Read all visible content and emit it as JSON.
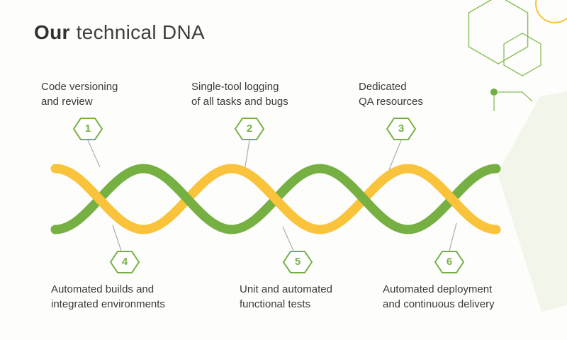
{
  "title": {
    "emphasis": "Our",
    "rest": "technical DNA"
  },
  "colors": {
    "green": "#76b043",
    "yellow": "#f9c33b",
    "light_hexagon_fill": "#f1f5ea",
    "text": "#3a3a3a",
    "connector_line": "#a9aeae"
  },
  "diagram": {
    "kind": "dna-double-helix",
    "strands": [
      "green",
      "yellow"
    ]
  },
  "steps": [
    {
      "number": "1",
      "label": "Code versioning\nand review"
    },
    {
      "number": "2",
      "label": "Single-tool logging\nof all tasks and bugs"
    },
    {
      "number": "3",
      "label": "Dedicated\nQA resources"
    },
    {
      "number": "4",
      "label": "Automated builds and\nintegrated environments"
    },
    {
      "number": "5",
      "label": "Unit and automated\nfunctional tests"
    },
    {
      "number": "6",
      "label": "Automated deployment\nand continuous delivery"
    }
  ]
}
